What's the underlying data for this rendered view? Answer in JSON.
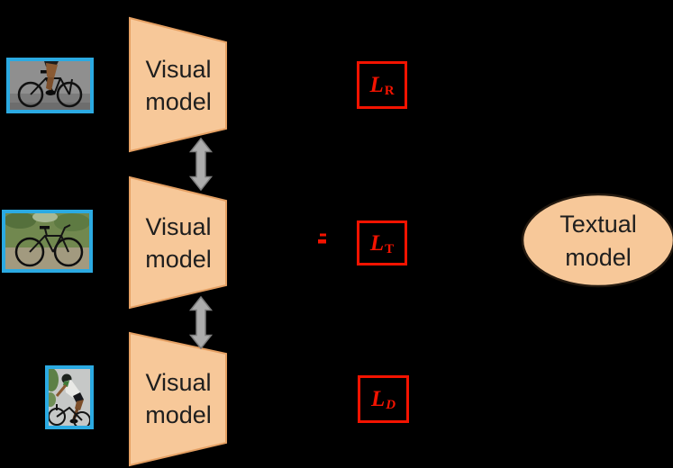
{
  "figure": {
    "background": "#000000",
    "visual_model": {
      "line1": "Visual",
      "line2": "model"
    },
    "textual_model": {
      "line1": "Textual",
      "line2": "model"
    },
    "losses": [
      {
        "symbol": "L",
        "subscript": "R"
      },
      {
        "symbol": "L",
        "subscript": "T"
      },
      {
        "symbol": "L",
        "subscript": "D"
      }
    ],
    "photos": [
      {
        "description": "cyclist riding a road bike, side view"
      },
      {
        "description": "bicycle standing on a grass path"
      },
      {
        "description": "cyclist in jersey leaning over handlebars"
      }
    ],
    "colors": {
      "node_fill": "#F7C899",
      "node_border": "#E5A063",
      "loss_red": "#F31300",
      "arrow_fill": "#ACACAC",
      "photo_border": "#2BAAE2"
    }
  }
}
